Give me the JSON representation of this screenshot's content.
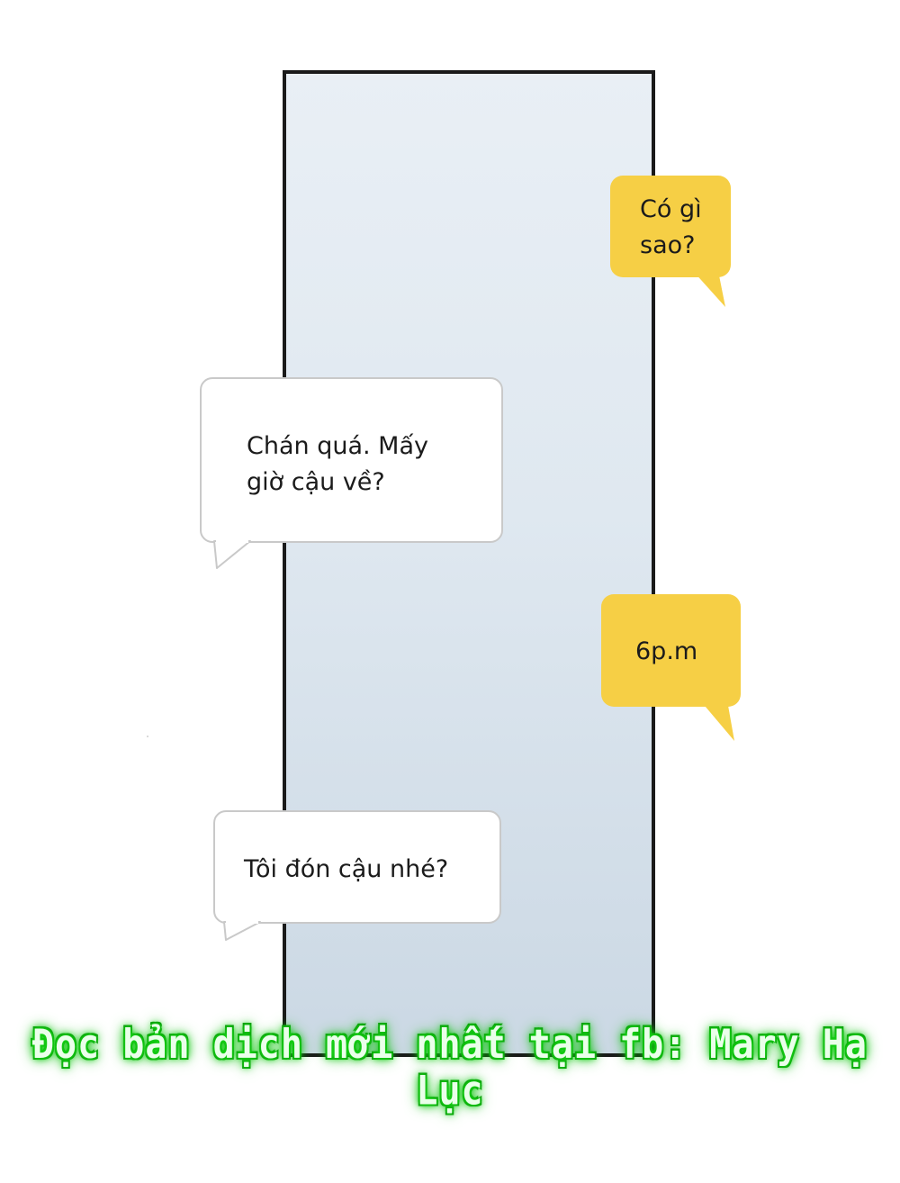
{
  "colors": {
    "page_background": "#ffffff",
    "panel_border": "#1a1a1a",
    "panel_fill_top": "#e9eff5",
    "panel_fill_bottom": "#cbd8e4",
    "bubble_white": "#ffffff",
    "bubble_white_border": "#c9c9c9",
    "bubble_yellow": "#f6cf45",
    "watermark_glow": "#19d619"
  },
  "messages": [
    {
      "text": "Có gì\nsao?",
      "style": "yellow"
    },
    {
      "text": "Chán quá. Mấy\ngiờ cậu về?",
      "style": "white"
    },
    {
      "text": "6p.m",
      "style": "yellow"
    },
    {
      "text": "Tôi đón cậu nhé?",
      "style": "white"
    }
  ],
  "watermark": {
    "text": "Đọc bản dịch mới nhất tại fb: Mary Hạ Lục"
  }
}
